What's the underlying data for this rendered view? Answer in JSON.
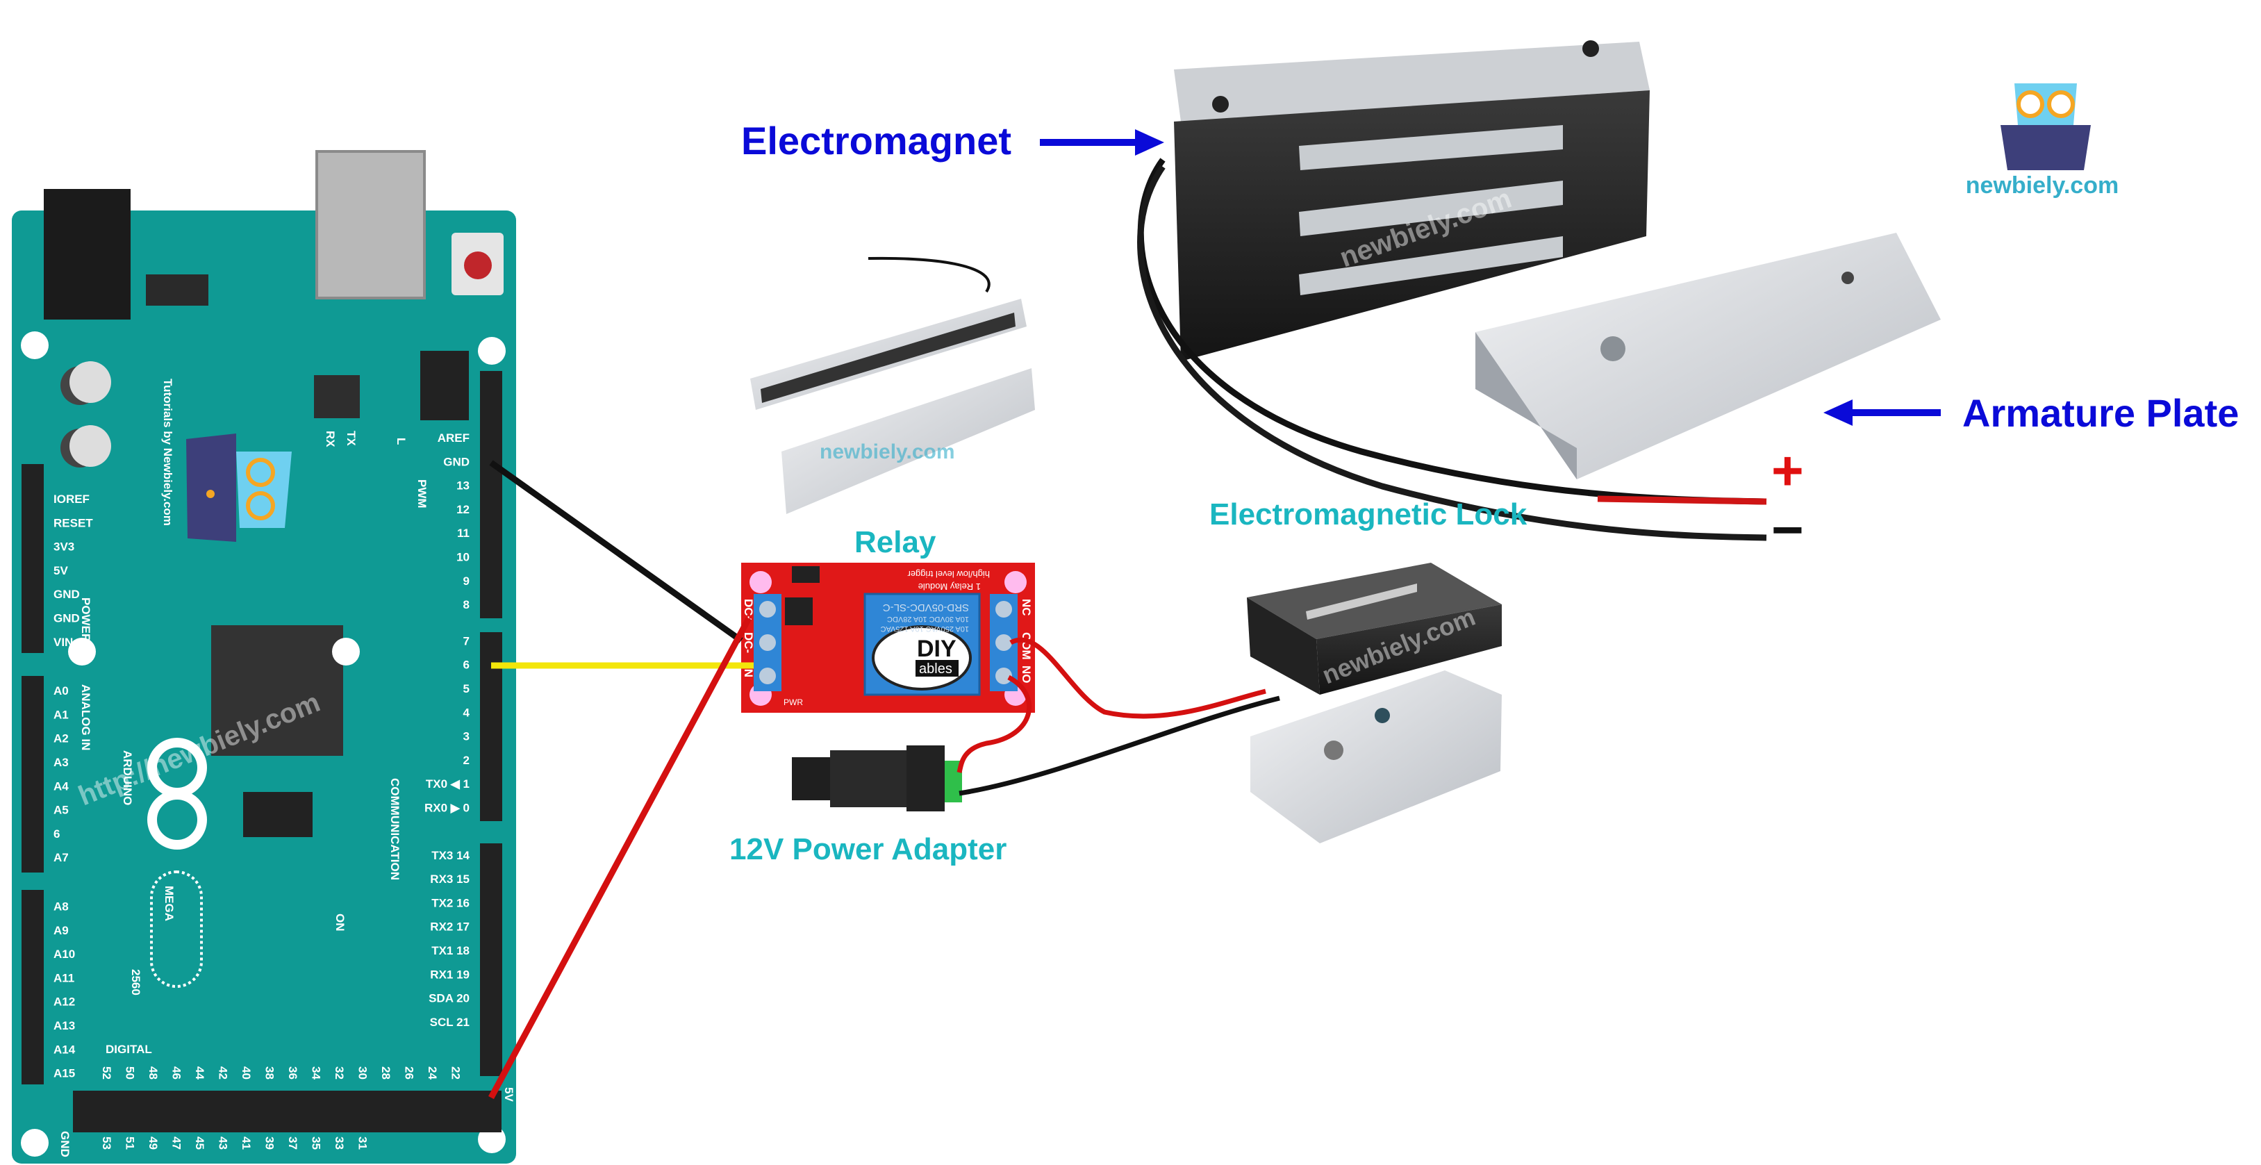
{
  "labels": {
    "electromagnet": "Electromagnet",
    "armature_plate": "Armature Plate",
    "relay": "Relay",
    "power_adapter": "12V Power Adapter",
    "electromagnetic_lock": "Electromagnetic Lock",
    "plus": "+",
    "minus": "−"
  },
  "logo": {
    "text": "newbiely.com"
  },
  "watermarks": {
    "site": "newbiely.com",
    "url": "http://newbiely.com",
    "tutorials": "Tutorials by Newbiely.com"
  },
  "relay_module": {
    "brand_top": "DIY",
    "brand_bottom": "ables",
    "model": "SRD-05VDC-SL-C",
    "rating1": "10A 30VDC 10A 28VDC",
    "rating2": "10A 250VAC 10A 125VAC",
    "title": "1 Relay Module",
    "subtitle": "high/low level trigger",
    "pins_left": [
      "DC+",
      "DC-",
      "IN"
    ],
    "pins_right": [
      "NC",
      "COM",
      "NO"
    ],
    "pwr": "PWR"
  },
  "arduino": {
    "brand": "ARDUINO",
    "model": "MEGA",
    "model_number": "2560",
    "section_power": "POWER",
    "section_analog": "ANALOG IN",
    "section_digital": "DIGITAL",
    "section_comm": "COMMUNICATION",
    "section_pwm": "PWM",
    "led_rx": "RX",
    "led_tx": "TX",
    "led_l": "L",
    "led_on": "ON",
    "left_pins": [
      "IOREF",
      "RESET",
      "3V3",
      "5V",
      "GND",
      "GND",
      "VIN",
      "A0",
      "A1",
      "A2",
      "A3",
      "A4",
      "A5",
      "6",
      "A7",
      "A8",
      "A9",
      "A10",
      "A11",
      "A12",
      "A13",
      "A14",
      "A15"
    ],
    "right_pins": [
      "AREF",
      "GND",
      "13",
      "12",
      "11",
      "10",
      "9",
      "8",
      "7",
      "6",
      "5",
      "4",
      "3",
      "2",
      "TX0 ◀ 1",
      "RX0 ▶ 0",
      "TX3 14",
      "RX3 15",
      "TX2 16",
      "RX2 17",
      "TX1 18",
      "RX1 19",
      "SDA 20",
      "SCL 21"
    ],
    "digital_top": [
      "52",
      "50",
      "48",
      "46",
      "44",
      "42",
      "40",
      "38",
      "36",
      "34",
      "32",
      "30",
      "28",
      "26",
      "24",
      "22"
    ],
    "digital_bottom": [
      "53",
      "51",
      "49",
      "47",
      "45",
      "43",
      "41",
      "39",
      "37",
      "35",
      "33",
      "31"
    ],
    "gnd_bottom": "GND",
    "fivev_bottom": "5V"
  },
  "colors": {
    "board": "#0f9a94",
    "label_blue": "#0a0ad8",
    "label_teal": "#1ab6c0",
    "wire_red": "#d41010",
    "wire_black": "#111111",
    "wire_yellow": "#f3e60a",
    "relay_red": "#e01818",
    "relay_blue": "#2f86d6"
  }
}
